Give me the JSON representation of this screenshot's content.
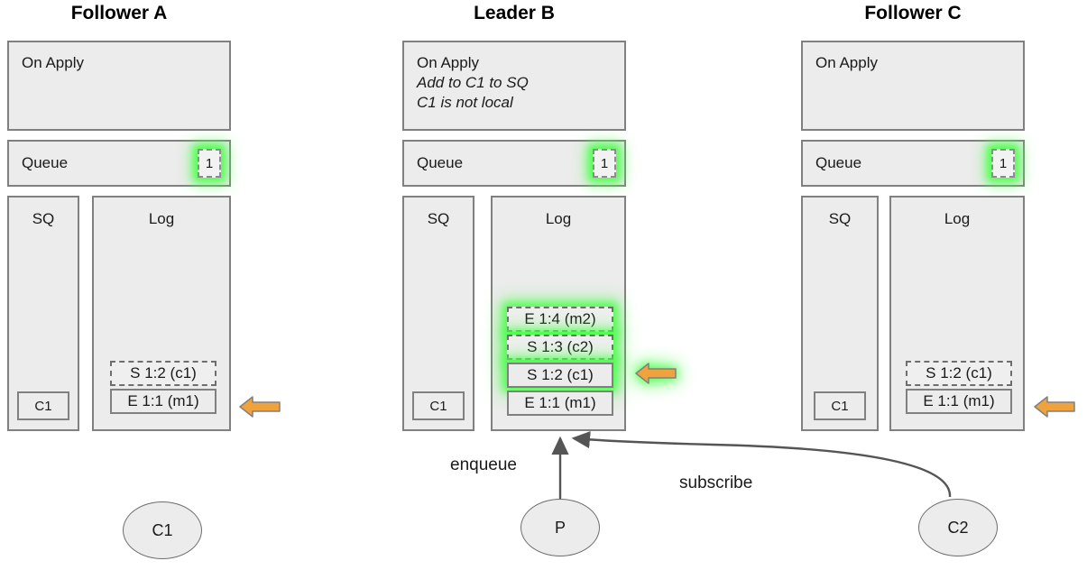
{
  "diagram": {
    "title_font_color": "#000000",
    "box_fill": "#ececec",
    "box_border": "#808080",
    "glow_color": "#4dff4d",
    "arrow_color": "#f0a33c",
    "arrow_border": "#808080",
    "connector_color": "#555555"
  },
  "columns": [
    {
      "id": "follower-a",
      "title": "Follower A",
      "on_apply": {
        "heading": "On Apply",
        "notes": []
      },
      "queue": {
        "label": "Queue",
        "badge": "1",
        "badge_glow": true
      },
      "sq": {
        "label": "SQ",
        "items": [
          "C1"
        ]
      },
      "log": {
        "label": "Log",
        "entries": [
          {
            "text": "S 1:2 (c1)",
            "style": "dashed",
            "glow": false
          },
          {
            "text": "E 1:1 (m1)",
            "style": "solid",
            "glow": false
          }
        ]
      },
      "marker_arrow": {
        "present": true,
        "glow": false,
        "points_to": "E 1:1 (m1)"
      },
      "client": "C1"
    },
    {
      "id": "leader-b",
      "title": "Leader B",
      "on_apply": {
        "heading": "On Apply",
        "notes": [
          "Add to C1 to SQ",
          "C1 is not local"
        ]
      },
      "queue": {
        "label": "Queue",
        "badge": "1",
        "badge_glow": true
      },
      "sq": {
        "label": "SQ",
        "items": [
          "C1"
        ]
      },
      "log": {
        "label": "Log",
        "entries": [
          {
            "text": "E 1:4 (m2)",
            "style": "dashed",
            "glow": true
          },
          {
            "text": "S 1:3 (c2)",
            "style": "dashed",
            "glow": true
          },
          {
            "text": "S 1:2 (c1)",
            "style": "solid",
            "glow": true
          },
          {
            "text": "E 1:1 (m1)",
            "style": "solid",
            "glow": false
          }
        ]
      },
      "marker_arrow": {
        "present": true,
        "glow": true,
        "points_to": "S 1:2 (c1)"
      },
      "client": "P"
    },
    {
      "id": "follower-c",
      "title": "Follower C",
      "on_apply": {
        "heading": "On Apply",
        "notes": []
      },
      "queue": {
        "label": "Queue",
        "badge": "1",
        "badge_glow": true
      },
      "sq": {
        "label": "SQ",
        "items": [
          "C1"
        ]
      },
      "log": {
        "label": "Log",
        "entries": [
          {
            "text": "S 1:2 (c1)",
            "style": "dashed",
            "glow": false
          },
          {
            "text": "E 1:1 (m1)",
            "style": "solid",
            "glow": false
          }
        ]
      },
      "marker_arrow": {
        "present": true,
        "glow": false,
        "points_to": "E 1:1 (m1)"
      },
      "client": "C2"
    }
  ],
  "edges": [
    {
      "id": "enqueue",
      "label": "enqueue",
      "from": "P",
      "to": "leader-b-log"
    },
    {
      "id": "subscribe",
      "label": "subscribe",
      "from": "C2",
      "to": "leader-b-log"
    }
  ]
}
